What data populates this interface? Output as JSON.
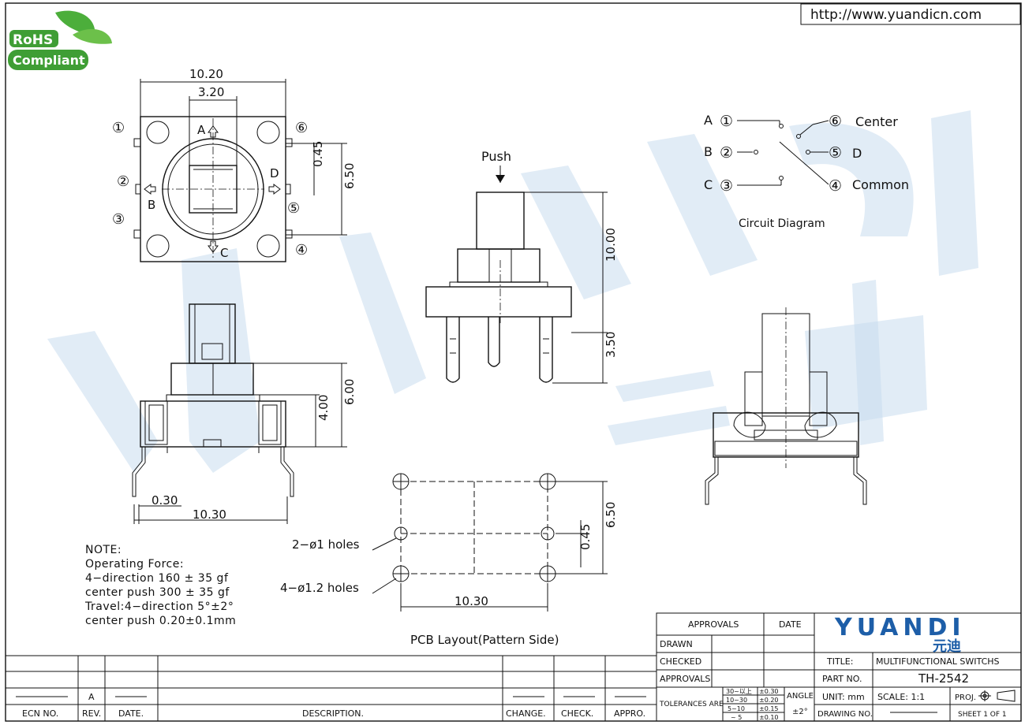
{
  "url": "http://www.yuandicn.com",
  "rohs": {
    "line1": "RoHS",
    "line2": "Compliant"
  },
  "watermark": "YUANDI",
  "top_view": {
    "dim_width": "10.20",
    "dim_inner": "3.20",
    "dim_offset": "0.45",
    "dim_height": "6.50",
    "pins": [
      "①",
      "②",
      "③",
      "④",
      "⑤",
      "⑥"
    ],
    "dirs": [
      "A",
      "B",
      "C",
      "D"
    ]
  },
  "side_view": {
    "push": "Push",
    "dim_body": "10.00",
    "dim_leg": "3.50"
  },
  "front_view": {
    "dim_pin": "0.30",
    "dim_width": "10.30",
    "dim_h1": "4.00",
    "dim_h2": "6.00"
  },
  "circuit": {
    "title": "Circuit Diagram",
    "labels": {
      "a": "A",
      "b": "B",
      "c": "C",
      "center": "Center",
      "d": "D",
      "common": "Common"
    },
    "pins": {
      "p1": "①",
      "p2": "②",
      "p3": "③",
      "p4": "④",
      "p5": "⑤",
      "p6": "⑥"
    }
  },
  "pcb": {
    "title": "PCB Layout(Pattern Side)",
    "holes_small": "2−ø1  holes",
    "holes_large": "4−ø1.2  holes",
    "dim_width": "10.30",
    "dim_height": "6.50",
    "dim_offset": "0.45"
  },
  "notes": [
    "NOTE:",
    "Operating Force:",
    "4−direction  160  ±  35  gf",
    "center  push  300  ±  35  gf",
    "Travel:4−direction  5°±2°",
    "center  push  0.20±0.1mm"
  ],
  "title_block": {
    "approvals": "APPROVALS",
    "date": "DATE",
    "drawn": "DRAWN",
    "checked": "CHECKED",
    "approvals_row": "APPROVALS",
    "tolerances": "TOLERANCES ARE",
    "tol_ranges": [
      "30~以上",
      "10~30",
      "5~10",
      "~ 5"
    ],
    "tol_values": [
      "±0.30",
      "±0.20",
      "±0.15",
      "±0.10"
    ],
    "angle": "ANGLE",
    "angle_value": "±2°",
    "title_label": "TITLE:",
    "title_value": "MULTIFUNCTIONAL  SWITCHS",
    "part_label": "PART NO.",
    "part_value": "TH-2542",
    "unit": "UNIT: mm",
    "scale": "SCALE:   1:1",
    "proj": "PROJ.",
    "drawing_no": "DRAWING NO.",
    "sheet": "SHEET    1  OF  1",
    "logo_en": "YUANDI",
    "logo_cn": "元迪"
  },
  "revision_table": {
    "headers": [
      "ECN NO.",
      "REV.",
      "DATE.",
      "DESCRIPTION.",
      "CHANGE.",
      "CHECK.",
      "APPRO."
    ],
    "rev_value": "A"
  }
}
